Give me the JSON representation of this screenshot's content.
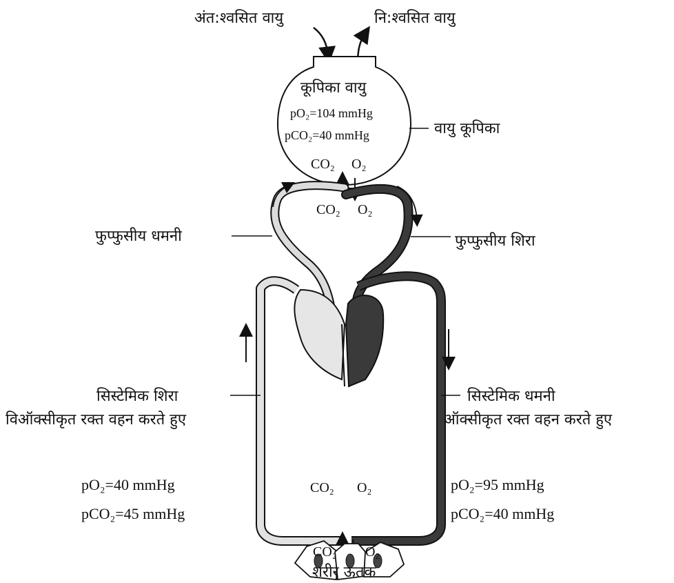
{
  "top": {
    "inhaled_air": "अंत:श्वसित वायु",
    "exhaled_air": "नि:श्वसित वायु"
  },
  "alveolus": {
    "title": "कूपिका वायु",
    "po2": "pO₂=104 mmHg",
    "pco2": "pCO₂=40 mmHg",
    "label": "वायु कूपिका",
    "co2": "CO₂",
    "o2": "O₂",
    "co2_lower": "CO₂",
    "o2_lower": "O₂"
  },
  "vessels": {
    "pulmonary_artery": "फुप्फुसीय धमनी",
    "pulmonary_vein": "फुप्फुसीय शिरा",
    "systemic_vein": "सिस्टेमिक शिरा",
    "systemic_vein_note": "विऑक्सीकृत रक्त वहन करते हुए",
    "systemic_artery": "सिस्टेमिक धमनी",
    "systemic_artery_note": "ऑक्सीकृत रक्त वहन करते हुए"
  },
  "tissue": {
    "co2_top": "CO₂",
    "o2_top": "O₂",
    "co2_cell": "CO₂",
    "o2_cell": "O₂",
    "label": "शरीर ऊतक"
  },
  "left_values": {
    "po2": "pO₂=40 mmHg",
    "pco2": "pCO₂=45 mmHg"
  },
  "right_values": {
    "po2": "pO₂=95 mmHg",
    "pco2": "pCO₂=40 mmHg"
  },
  "colors": {
    "oxygenated": "#3a3a3a",
    "deoxygenated": "#d8d8d8",
    "outline": "#111111"
  }
}
